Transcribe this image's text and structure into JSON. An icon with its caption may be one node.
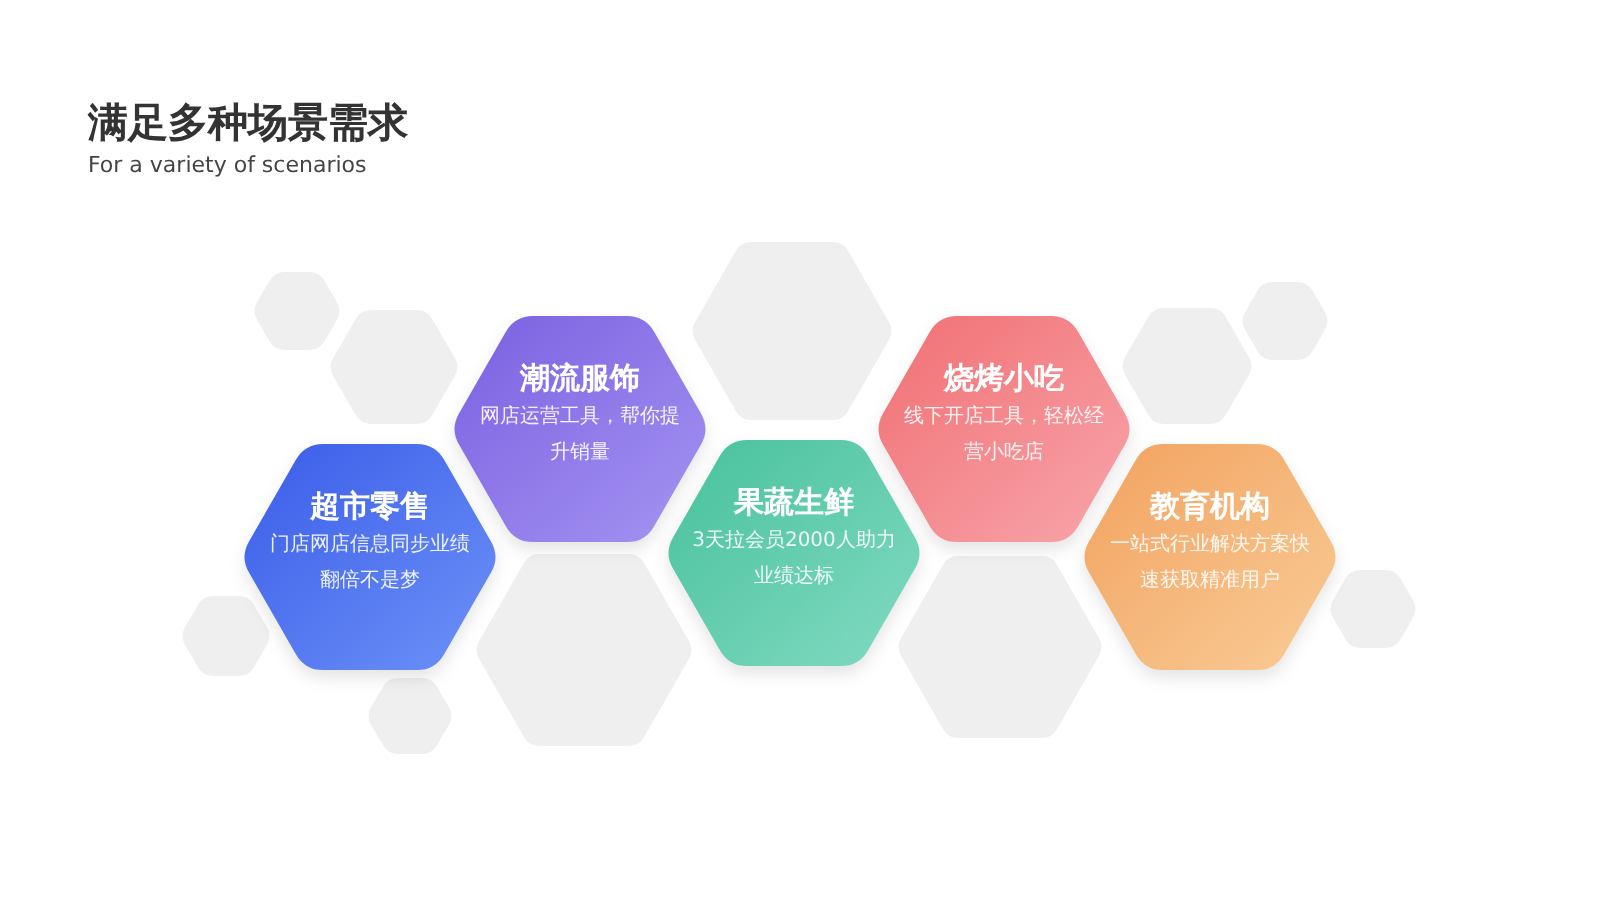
{
  "diagram": {
    "title": "满足多种场景需求",
    "nodes": [
      {
        "text": [
          "超市零售",
          "门店网店信息同步业绩翻倍不是梦"
        ]
      },
      {
        "text": [
          "潮流服饰",
          "网店运营工具，帮你提升销量"
        ]
      },
      {
        "text": [
          "果蔬生鲜",
          "3天拉会员2000人助力业绩达标"
        ]
      },
      {
        "text": [
          "烧烤小吃",
          "线下开店工具，轻松经营小吃店"
        ]
      },
      {
        "text": [
          "教育机构",
          "一站式行业解决方案快速获取精准用户"
        ]
      },
      {
        "text": [],
        "shape": "hexagon"
      },
      {
        "text": [],
        "shape": "hexagon"
      },
      {
        "text": [],
        "shape": "hexagon"
      },
      {
        "text": [],
        "shape": "hexagon"
      },
      {
        "text": [],
        "shape": "hexagon"
      },
      {
        "text": [],
        "shape": "hexagon"
      },
      {
        "text": [],
        "shape": "hexagon"
      },
      {
        "text": [],
        "shape": "hexagon"
      },
      {
        "text": [],
        "shape": "hexagon"
      },
      {
        "text": [],
        "shape": "hexagon"
      }
    ],
    "labels": [
      "For a variety of scenarios"
    ]
  }
}
